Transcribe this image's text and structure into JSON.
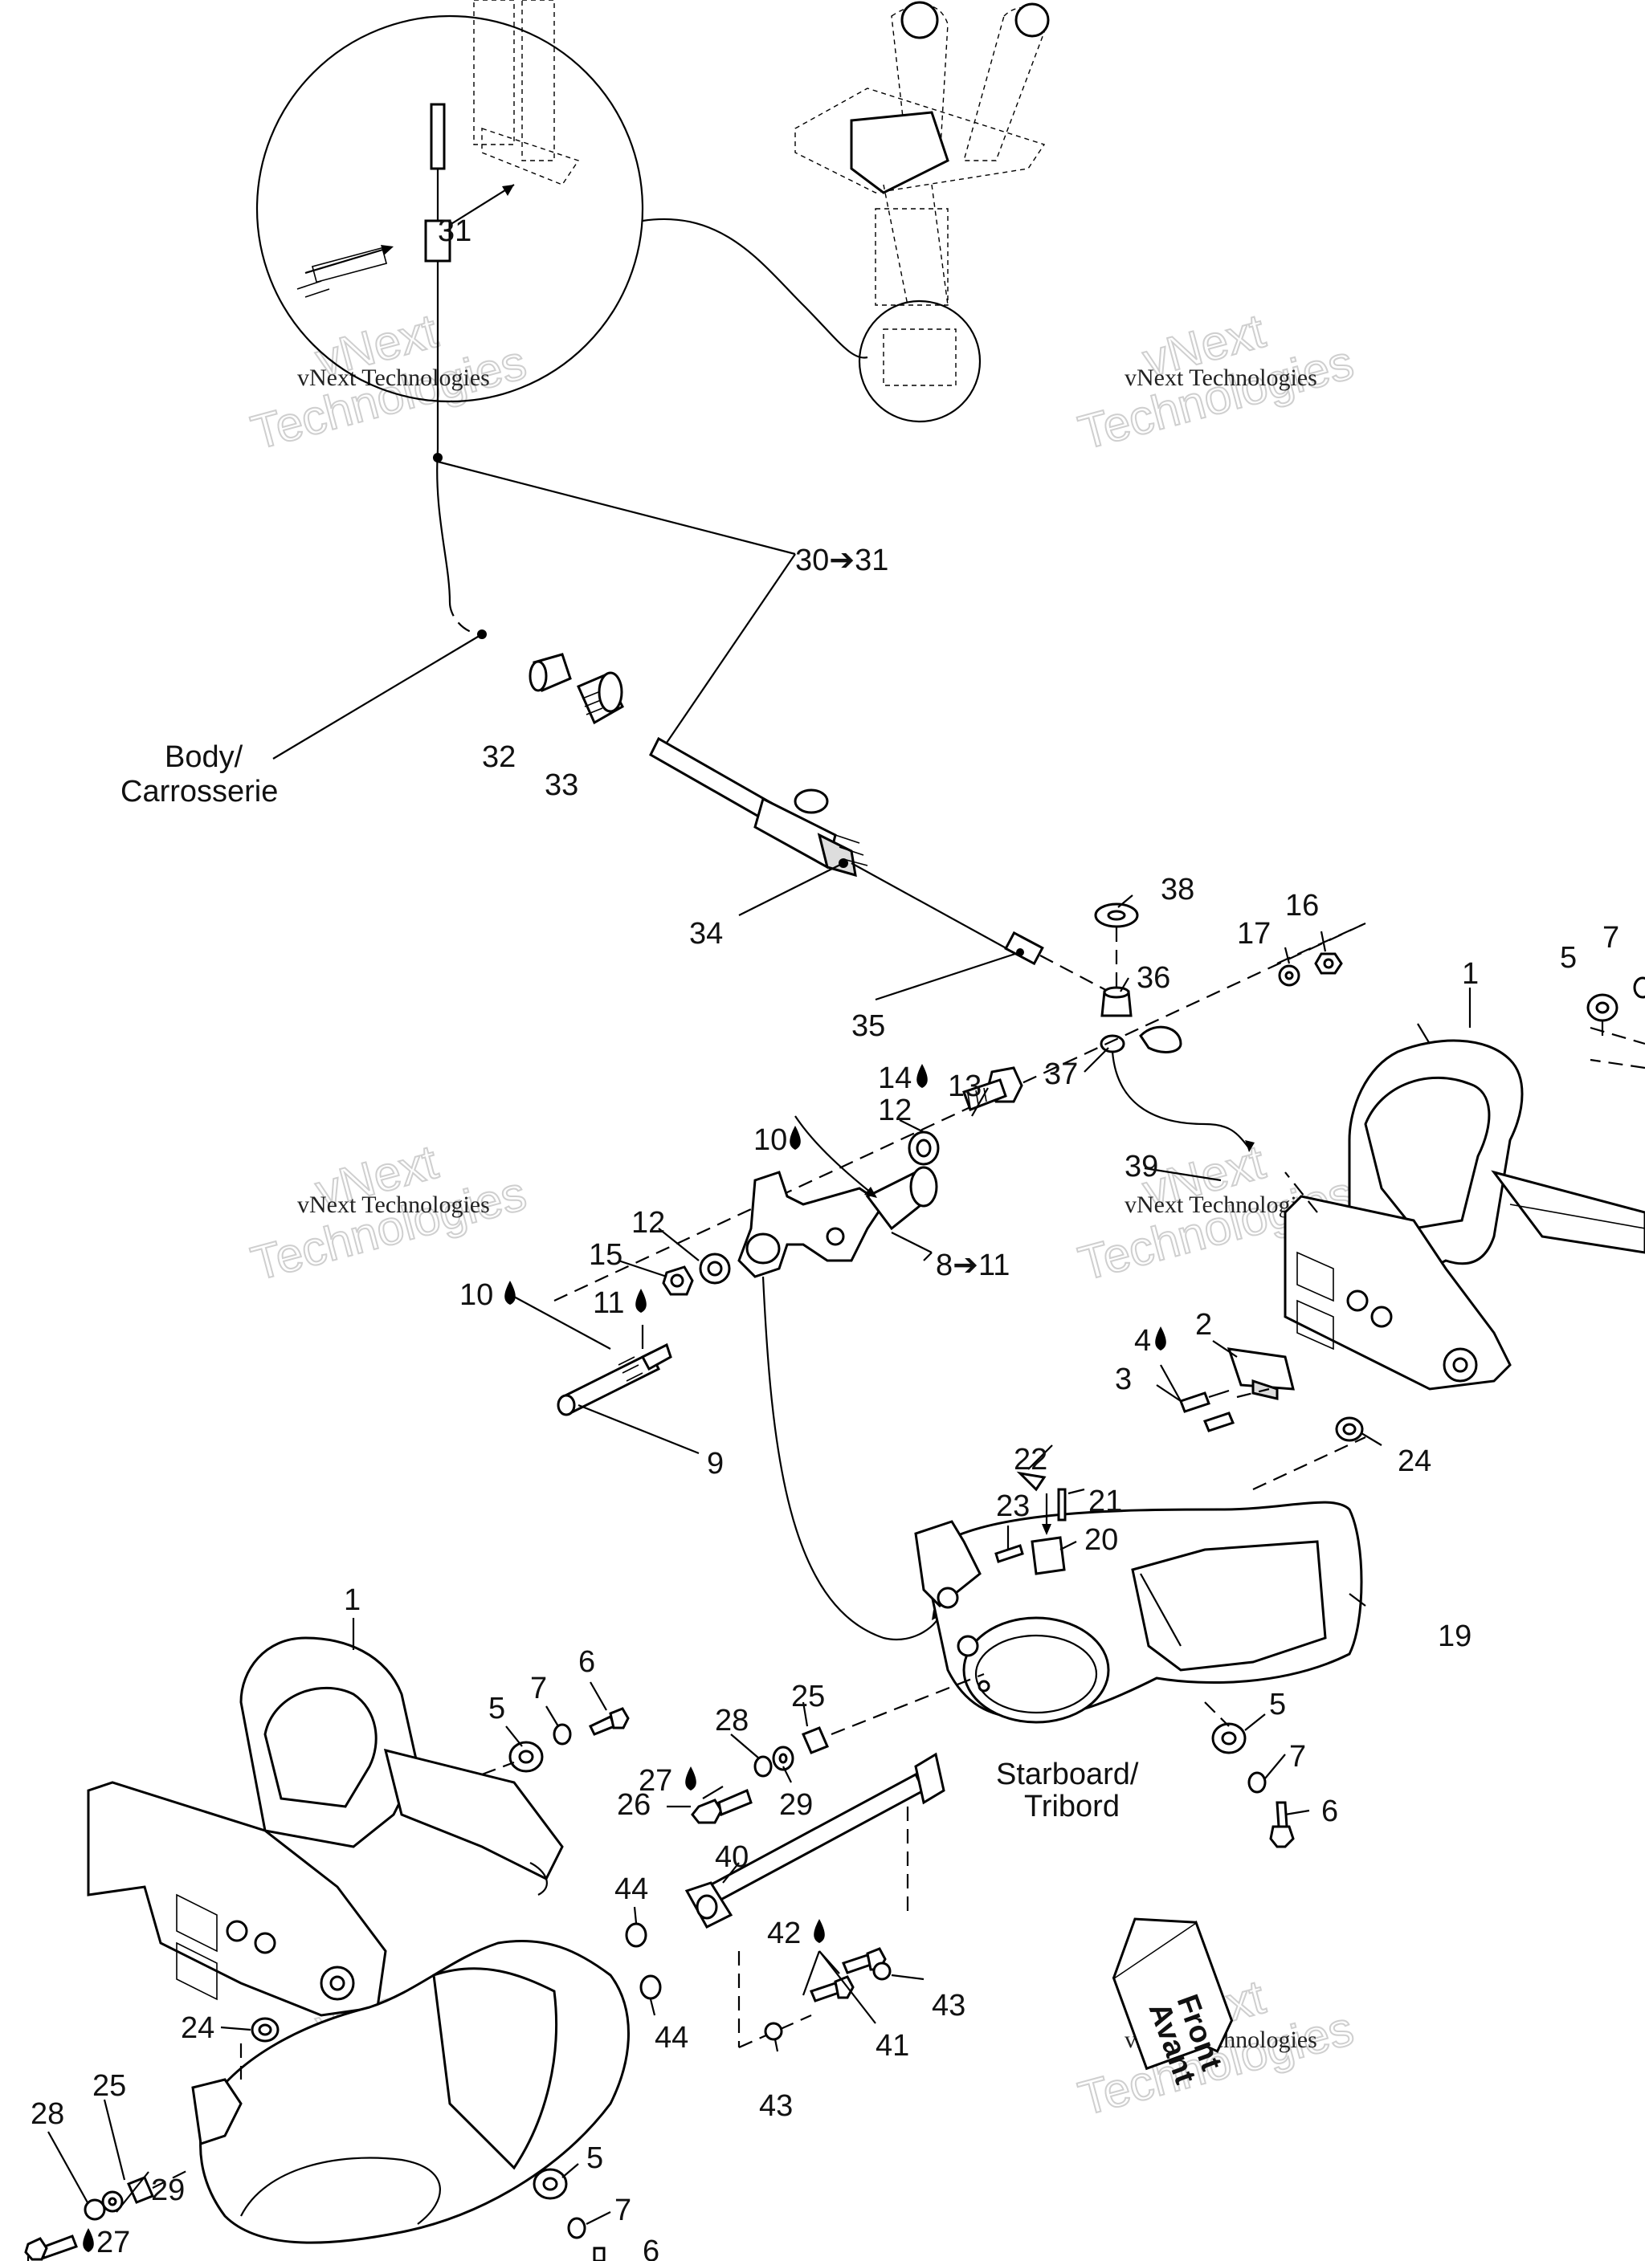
{
  "labels": {
    "l1a": "1",
    "l1b": "1",
    "l2": "2",
    "l3": "3",
    "l4": "4",
    "l5a": "5",
    "l5b": "5",
    "l5c": "5",
    "l5d": "5",
    "l6a": "6",
    "l6b": "6",
    "l6c": "6",
    "l7a": "7",
    "l7b": "7",
    "l7c": "7",
    "l7d": "7",
    "l8": "8➔11",
    "l9": "9",
    "l10a": "10",
    "l10b": "10",
    "l11": "11",
    "l12a": "12",
    "l12b": "12",
    "l13": "13",
    "l14": "14",
    "l15": "15",
    "l16": "16",
    "l17": "17",
    "l19": "19",
    "l20": "20",
    "l21": "21",
    "l22": "22",
    "l23": "23",
    "l24a": "24",
    "l24b": "24",
    "l25a": "25",
    "l25b": "25",
    "l26": "26",
    "l27a": "27",
    "l27b": "27",
    "l28a": "28",
    "l28b": "28",
    "l29a": "29",
    "l29b": "29",
    "l30": "30➔31",
    "l31": "31",
    "l32": "32",
    "l33": "33",
    "l34": "34",
    "l35": "35",
    "l36": "36",
    "l37": "37",
    "l38": "38",
    "l39": "39",
    "l40": "40",
    "l41": "41",
    "l42": "42",
    "l43a": "43",
    "l43b": "43",
    "l44a": "44",
    "l44b": "44"
  },
  "callouts": {
    "body_1": "Body/",
    "body_2": "Carrosserie",
    "starboard_1": "Starboard/",
    "starboard_2": "Tribord",
    "front_1": "Front",
    "front_2": "Avant"
  },
  "watermark": {
    "line1": "vNext Technologies",
    "line2": "vNext",
    "line3": "Technologies"
  }
}
